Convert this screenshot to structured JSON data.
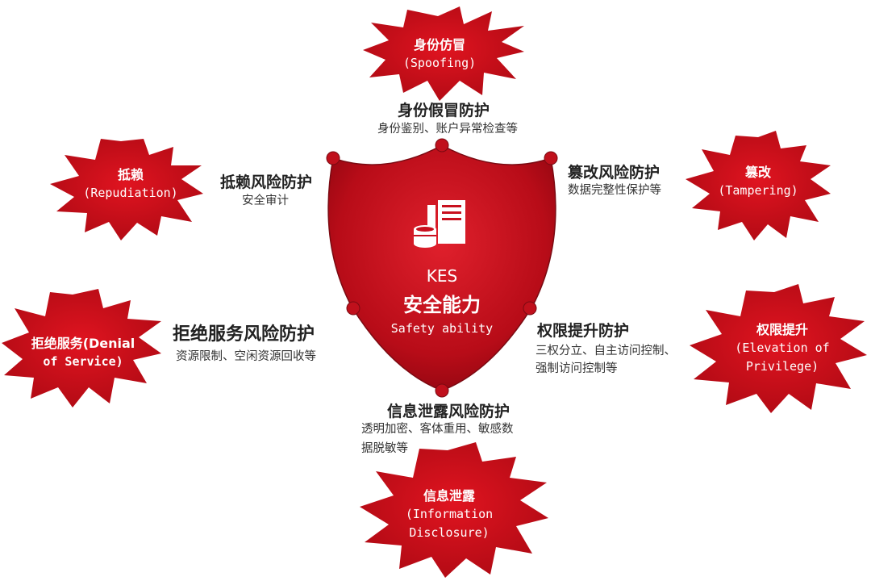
{
  "shield": {
    "line1": "KES",
    "line2": "安全能力",
    "line3": "Safety ability"
  },
  "threats": {
    "spoofing": {
      "cn": "身份仿冒",
      "en": "(Spoofing)"
    },
    "tampering": {
      "cn": "篡改",
      "en": "(Tampering)"
    },
    "repudiation": {
      "cn": "抵赖",
      "en": "(Repudiation)"
    },
    "dos": {
      "line1": "拒绝服务(Denial",
      "line2": "of Service)"
    },
    "elevation": {
      "cn": "权限提升",
      "en1": "(Elevation of",
      "en2": "Privilege)"
    },
    "disclosure": {
      "cn": "信息泄露",
      "en1": "(Information",
      "en2": "Disclosure)"
    }
  },
  "protections": {
    "spoofing": {
      "title": "身份假冒防护",
      "desc": "身份鉴别、账户异常检查等"
    },
    "tampering": {
      "title": "篡改风险防护",
      "desc": "数据完整性保护等"
    },
    "repudiation": {
      "title": "抵赖风险防护",
      "desc": "安全审计"
    },
    "dos": {
      "title": "拒绝服务风险防护",
      "desc": "资源限制、空闲资源回收等"
    },
    "elevation": {
      "title": "权限提升防护",
      "desc1": "三权分立、自主访问控制、",
      "desc2": "强制访问控制等"
    },
    "disclosure": {
      "title": "信息泄露风险防护",
      "desc1": "透明加密、客体重用、敏感数",
      "desc2": "据脱敏等"
    }
  },
  "colors": {
    "shield": "#c8101e",
    "starburst": "#d0101c",
    "dot": "#c0101c",
    "text": "#222222"
  }
}
